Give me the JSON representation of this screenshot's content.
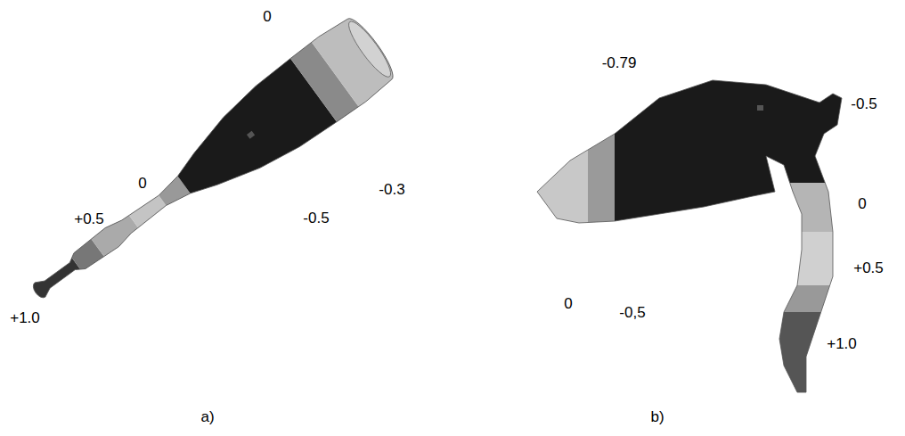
{
  "diagram": {
    "labels": [
      "0",
      "-0.3",
      "-0.5",
      "0",
      "+0.5",
      "+1.0",
      "a)",
      "-0.79",
      "-0.5",
      "0",
      "+0.5",
      "+1.0",
      "-0,5",
      "0",
      "b)"
    ]
  }
}
